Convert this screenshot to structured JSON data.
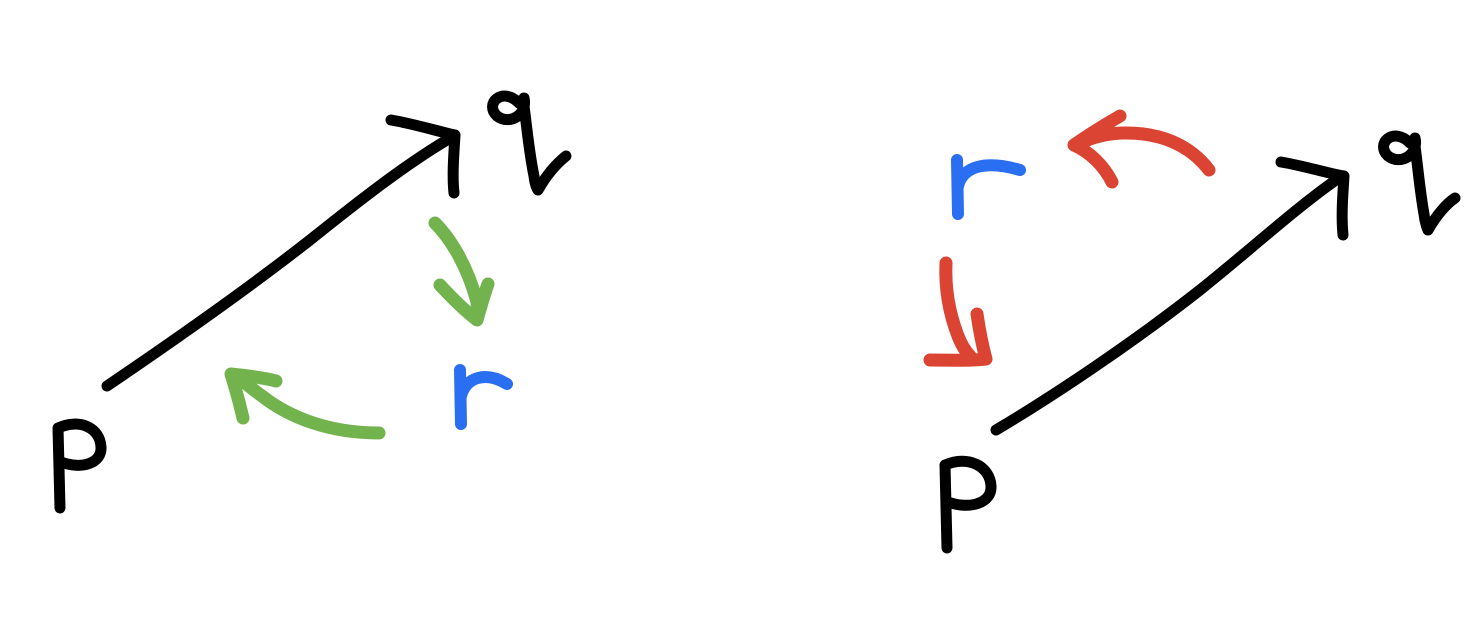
{
  "diagrams": [
    {
      "nodes": {
        "p": "p",
        "q": "q",
        "r": "r"
      },
      "arrows": [
        {
          "from": "p",
          "to": "q"
        },
        {
          "from": "q",
          "to": "r"
        },
        {
          "from": "r",
          "to": "p"
        }
      ]
    },
    {
      "nodes": {
        "p": "p",
        "q": "q",
        "r": "r"
      },
      "arrows": [
        {
          "from": "p",
          "to": "q"
        },
        {
          "from": "q",
          "to": "r"
        },
        {
          "from": "r",
          "to": "p"
        }
      ]
    }
  ],
  "colors": {
    "main_arrow": "#000000",
    "left_cycle": "#72b34e",
    "right_cycle": "#db4332",
    "r_label": "#2a6ef2",
    "pq_labels": "#000000"
  }
}
